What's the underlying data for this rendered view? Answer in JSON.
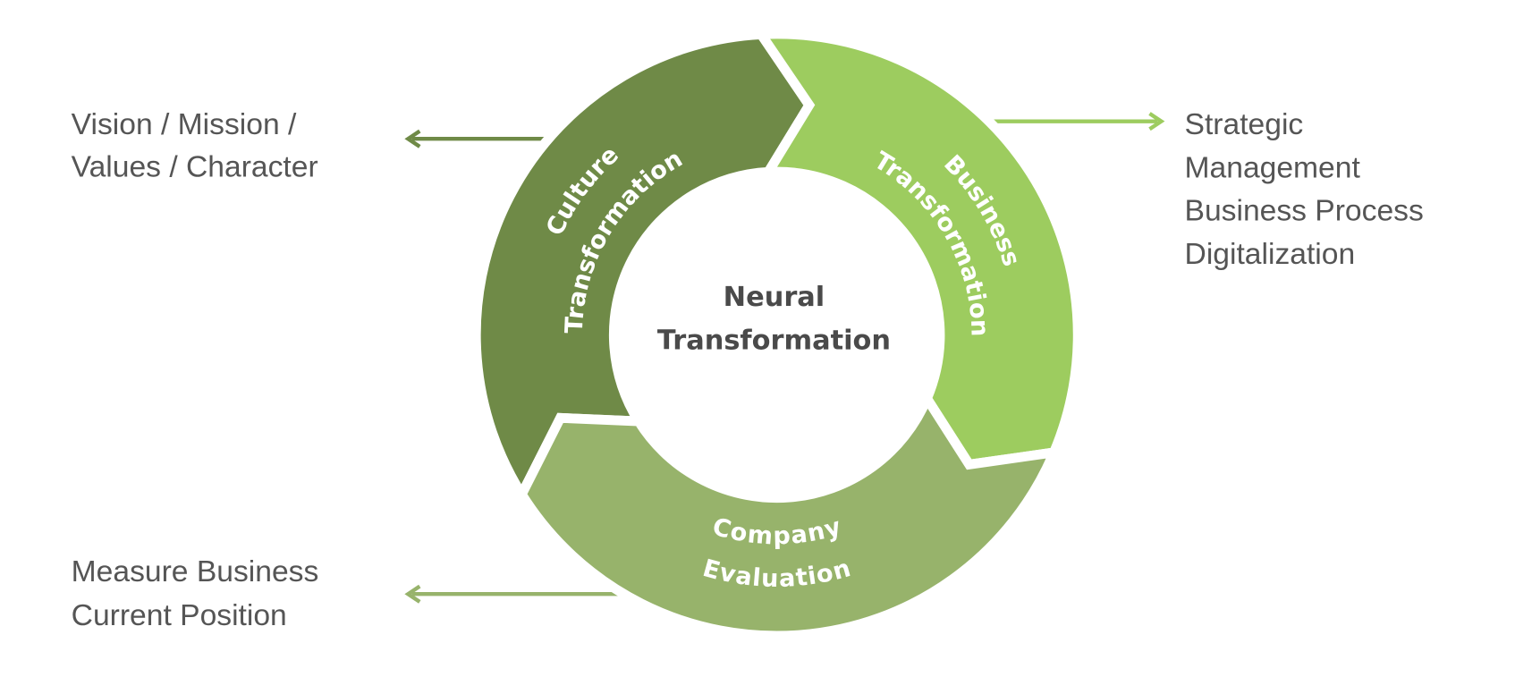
{
  "center_label": [
    "Neural",
    "Transformation"
  ],
  "segments": [
    {
      "id": "culture",
      "lines": [
        "Culture",
        "Transformation"
      ],
      "color": "#6f8a47"
    },
    {
      "id": "business",
      "lines": [
        "Business",
        "Transformation"
      ],
      "color": "#9dcc5f"
    },
    {
      "id": "company",
      "lines": [
        "Company",
        "Evaluation"
      ],
      "color": "#97b36b"
    }
  ],
  "annotations": {
    "culture": [
      "Vision / Mission /",
      "Values / Character"
    ],
    "business": [
      "Strategic",
      "Management",
      "Business Process",
      "Digitalization"
    ],
    "company": [
      "Measure Business",
      "Current Position"
    ]
  },
  "colors": {
    "text": "#555555",
    "center_text": "#4a4a4a",
    "background": "#ffffff"
  }
}
